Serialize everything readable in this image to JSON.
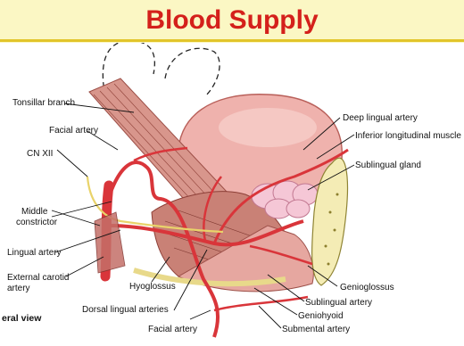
{
  "title": "Blood Supply",
  "view_label": "eral view",
  "labels": {
    "tonsillar_branch": "Tonsillar branch",
    "facial_artery_top": "Facial artery",
    "cn_xii": "CN XII",
    "middle_constrictor": "Middle\nconstrictor",
    "lingual_artery": "Lingual artery",
    "external_carotid": "External carotid\nartery",
    "hyoglossus": "Hyoglossus",
    "dorsal_lingual": "Dorsal lingual arteries",
    "facial_artery_bottom": "Facial artery",
    "deep_lingual": "Deep lingual artery",
    "inferior_longitudinal": "Inferior longitudinal muscle",
    "sublingual_gland": "Sublingual gland",
    "genioglossus": "Genioglossus",
    "sublingual_artery": "Sublingual artery",
    "geniohyoid": "Geniohyoid",
    "submental_artery": "Submental artery"
  },
  "colors": {
    "title": "#d4201b",
    "header_bg": "#fbf7c4",
    "artery": "#d9353a",
    "tongue": "#efb2ad",
    "muscle": "#c97a72"
  }
}
